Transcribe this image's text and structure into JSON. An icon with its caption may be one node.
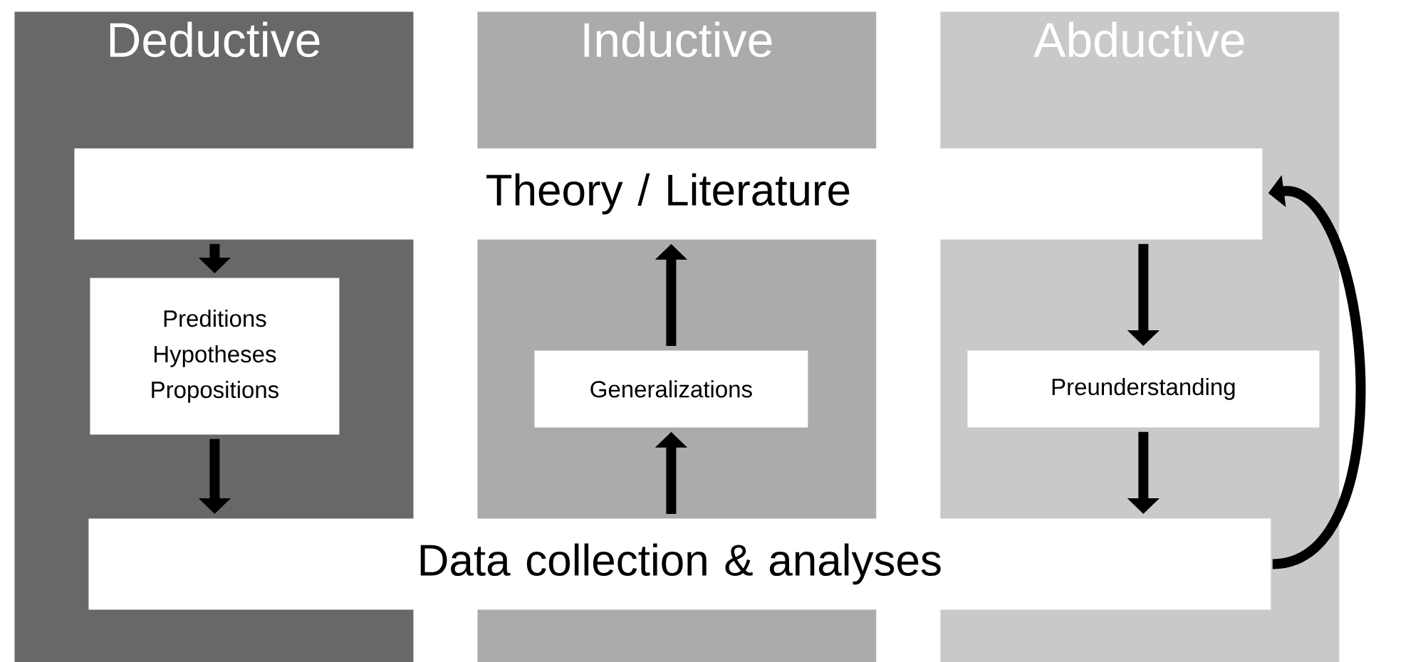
{
  "diagram": {
    "nodes": [
      {
        "text": [
          "Deductive"
        ]
      },
      {
        "text": [
          "Inductive"
        ]
      },
      {
        "text": [
          "Abductive"
        ]
      },
      {
        "text": [
          "Theory / Literature"
        ]
      },
      {
        "text": [
          "Preditions Hypotheses Propositions"
        ],
        "in": 0
      },
      {
        "text": [
          "Generalizations"
        ],
        "in": 1
      },
      {
        "text": [
          "Preunderstanding"
        ],
        "in": 2
      },
      {
        "text": [
          "Data collection & analyses"
        ]
      }
    ],
    "edges": [
      {
        "from": 3,
        "to": 4,
        "arrow": "to"
      },
      {
        "from": 4,
        "to": 7,
        "arrow": "to"
      },
      {
        "from": 7,
        "to": 5,
        "arrow": "to"
      },
      {
        "from": 5,
        "to": 3,
        "arrow": "to"
      },
      {
        "from": 3,
        "to": 6,
        "arrow": "to"
      },
      {
        "from": 6,
        "to": 7,
        "arrow": "to"
      },
      {
        "from": 7,
        "to": 3,
        "arrow": "to"
      }
    ]
  }
}
